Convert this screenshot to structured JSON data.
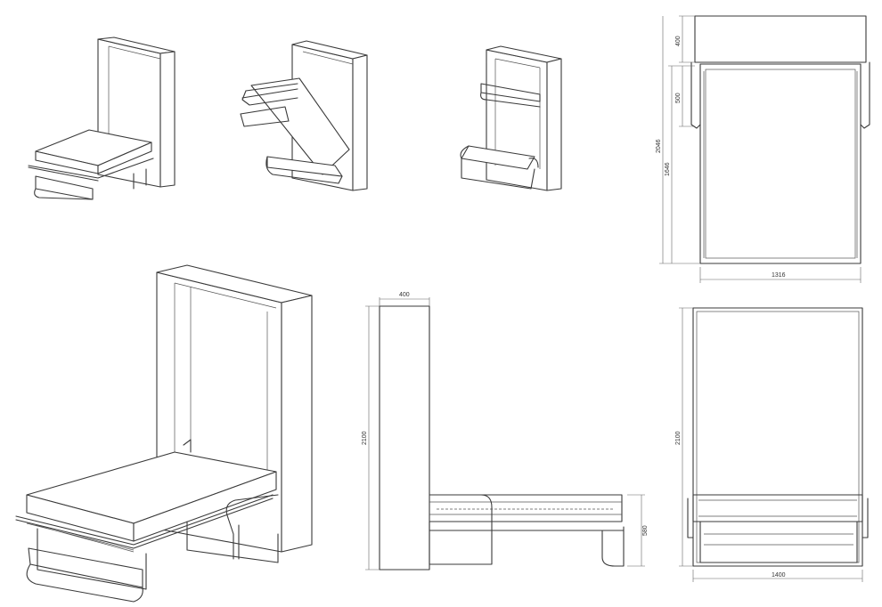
{
  "dimensions": {
    "front_closed": {
      "top_height": "400",
      "upper_height": "500",
      "total_height": "2046",
      "inner_height": "1646",
      "width": "1316"
    },
    "side_open": {
      "depth": "400",
      "height": "2100",
      "bed_height": "580"
    },
    "front_open": {
      "height": "2100",
      "width": "1400"
    }
  },
  "colors": {
    "line": "#3a3a3a",
    "background": "#ffffff",
    "dimension": "#666666"
  }
}
